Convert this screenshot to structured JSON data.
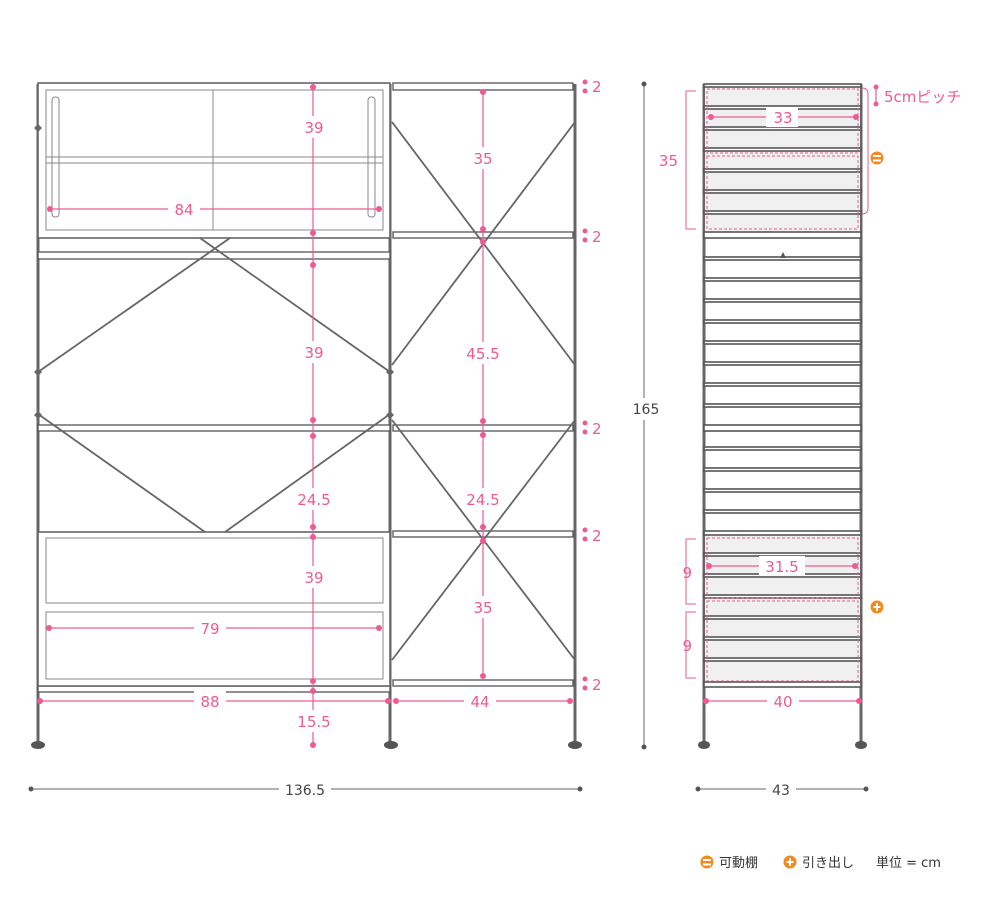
{
  "front_left": {
    "heights": [
      "39",
      "39",
      "24.5",
      "39",
      "15.5"
    ],
    "box_top_width": "84",
    "drawer_width": "79",
    "section_width": "88"
  },
  "front_right": {
    "heights": [
      "35",
      "45.5",
      "24.5",
      "35"
    ],
    "section_width": "44",
    "shelf_thickness": [
      "2",
      "2",
      "2",
      "2",
      "2"
    ]
  },
  "overall": {
    "width": "136.5",
    "height": "165"
  },
  "side": {
    "pitch_label": "5cmピッチ",
    "upper_box_width": "33",
    "upper_box_height": "35",
    "lower_box_width": "31.5",
    "drawer_heights": [
      "9",
      "9"
    ],
    "inner_width": "40",
    "depth": "43"
  },
  "legend": {
    "movable_shelf": "可動棚",
    "drawer": "引き出し",
    "unit": "単位 = cm"
  },
  "colors": {
    "dimension": "#ee5a93",
    "frame": "#666666",
    "icon": "#f28a1f"
  }
}
